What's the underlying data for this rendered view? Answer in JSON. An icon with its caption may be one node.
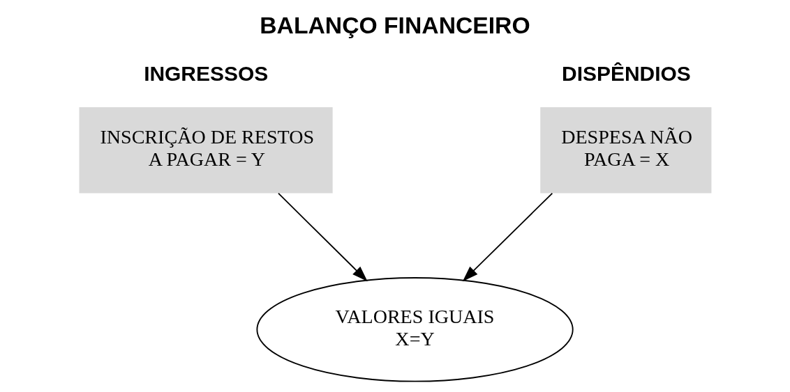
{
  "diagram": {
    "title": "BALANÇO FINANCEIRO",
    "nodes": [
      {
        "text": [
          "INGRESSOS",
          "INSCRIÇÃO DE RESTOS A PAGAR = Y"
        ]
      },
      {
        "text": [
          "DISPÊNDIOS",
          "DESPESA NÃO PAGA = X"
        ]
      },
      {
        "text": [
          "VALORES IGUAIS X=Y"
        ]
      }
    ],
    "edges": [
      {
        "from": 0,
        "to": 2,
        "arrow": "to"
      },
      {
        "from": 1,
        "to": 2,
        "arrow": "to"
      }
    ]
  }
}
